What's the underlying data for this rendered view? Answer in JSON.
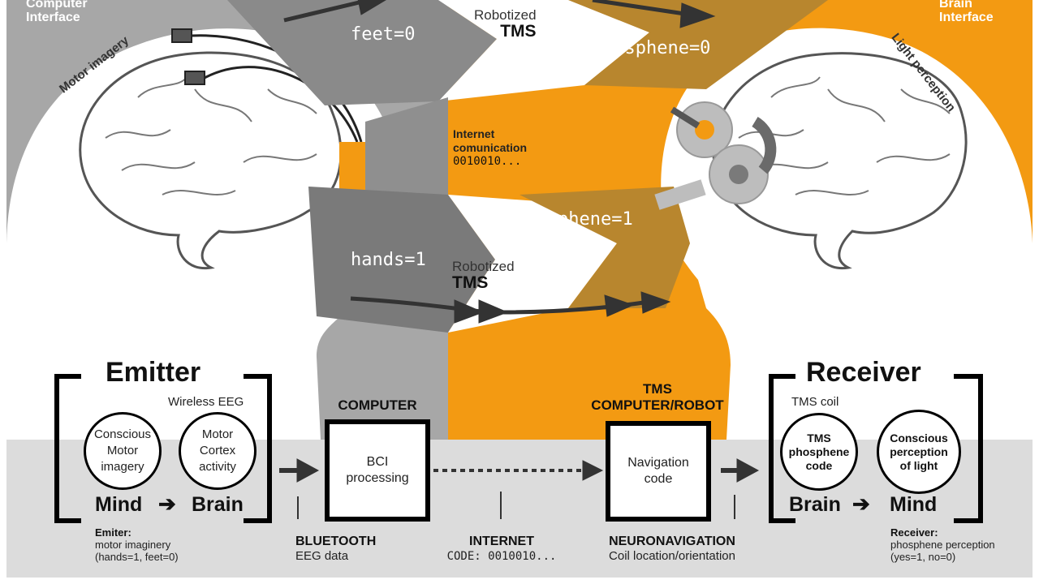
{
  "headers": {
    "left": "Computer\nInterface",
    "right": "Brain\nInterface"
  },
  "side_labels": {
    "motor_imagery": "Motor imagery",
    "light_perception": "Light perception"
  },
  "flows": {
    "feet": "feet=0",
    "hands": "hands=1",
    "no_phosphene": "no phosphene=0",
    "phosphene": "phosphene=1",
    "robotized_small": "Robotized",
    "robotized_tms": "TMS",
    "internet_line1": "Internet",
    "internet_line2": "comunication",
    "internet_code": "0010010..."
  },
  "emitter": {
    "title": "Emitter",
    "wireless": "Wireless EEG",
    "circle1": "Conscious\nMotor\nimagery",
    "circle2": "Motor\nCortex\nactivity",
    "mind": "Mind",
    "brain": "Brain",
    "note_title": "Emiter:",
    "note_line1": "motor imaginery",
    "note_line2": "(hands=1, feet=0)"
  },
  "computer": {
    "title": "COMPUTER",
    "box": "BCI\nprocessing"
  },
  "tms_robot": {
    "title_line1": "TMS",
    "title_line2": "COMPUTER/ROBOT",
    "box": "Navigation\ncode"
  },
  "receiver": {
    "title": "Receiver",
    "coil": "TMS coil",
    "circle1": "TMS\nphosphene\ncode",
    "circle2": "Conscious\nperception\nof light",
    "brain": "Brain",
    "mind": "Mind",
    "note_title": "Receiver:",
    "note_line1": "phosphene perception",
    "note_line2": "(yes=1, no=0)"
  },
  "bottom": {
    "bluetooth": "BLUETOOTH",
    "eeg_data": "EEG data",
    "internet": "INTERNET",
    "code": "CODE: 0010010...",
    "neuronav": "NEURONAVIGATION",
    "coil_loc": "Coil location/orientation"
  },
  "colors": {
    "grey_panel": "#a7a7a7",
    "orange_panel": "#f39a12",
    "bottom_band": "#dcdcdc",
    "dark_flow": "#7a7a7a",
    "brown_flow": "#b8862e"
  }
}
